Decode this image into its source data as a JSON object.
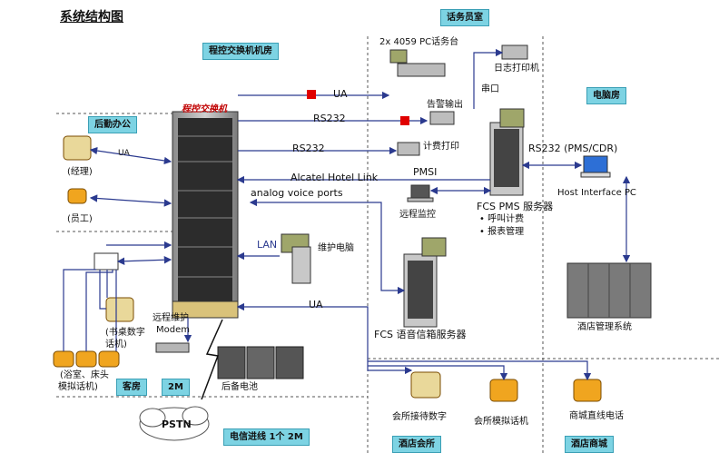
{
  "title": "系统结构图",
  "zones": {
    "pbx_room": "程控交换机机房",
    "operator_room": "话务员室",
    "computer_room": "电脑房",
    "back_office": "后勤办公",
    "guest_room": "客房",
    "trunk_2m": "2M",
    "telecom_trunk": "电信进线 1个 2M",
    "club": "酒店会所",
    "shop": "酒店商城"
  },
  "pbx": {
    "title": "程控交换机"
  },
  "labels": {
    "pc_console": "2x 4059 PC话务台",
    "log_printer": "日志打印机",
    "serial_port": "串口",
    "alarm_output": "告警输出",
    "billing_print": "计费打印",
    "ua_top": "UA",
    "rs232_a": "RS232",
    "rs232_b": "RS232",
    "hotel_link": "Alcatel Hotel Link",
    "analog_ports": "analog voice ports",
    "pmsi": "PMSI",
    "remote_monitor": "远程监控",
    "fcs_pms": "FCS PMS 服务器",
    "pms_item1": "• 呼叫计费",
    "pms_item2": "• 报表管理",
    "rs232_pms": "RS232 (PMS/CDR)",
    "host_interface": "Host Interface PC",
    "lan": "LAN",
    "maint_pc": "维护电脑",
    "fcs_voice": "FCS 语音信箱服务器",
    "hotel_mgmt": "酒店管理系统",
    "ua_left": "UA",
    "manager": "(经理)",
    "staff": "(员工)",
    "desk_phone": "(书桌数字",
    "desk_phone2": "话机)",
    "bath_phone": "(浴室、床头",
    "bath_phone2": "模拟话机)",
    "remote_maint": "远程维护",
    "modem": "Modem",
    "ua_mid": "UA",
    "battery": "后备电池",
    "pstn": "PSTN",
    "club_digital": "会所接待数字",
    "club_analog": "会所模拟话机",
    "shop_direct": "商城直线电话"
  },
  "colors": {
    "zone_bg": "#7dd3e3",
    "arrow": "#2b3a8f",
    "alarm": "#e00000",
    "pbx_red": "#c00000"
  }
}
